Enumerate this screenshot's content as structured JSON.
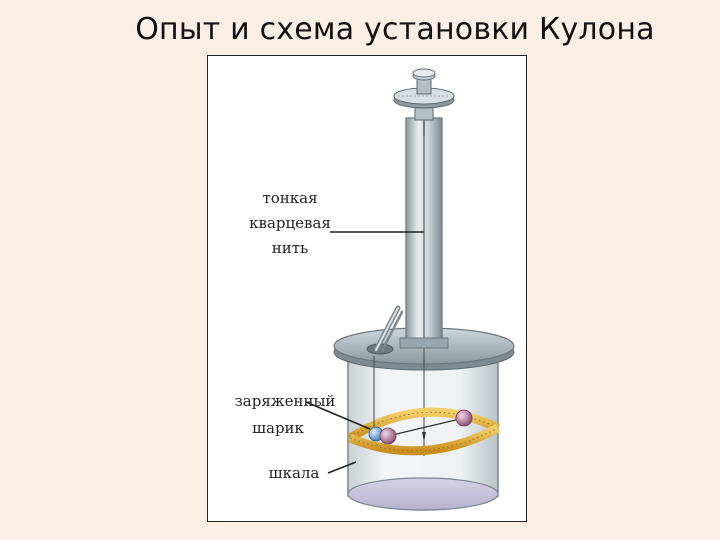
{
  "slide": {
    "title": "Опыт и схема установки Кулона"
  },
  "figure": {
    "labels": {
      "thread_line1": "тонкая",
      "thread_line2": "кварцевая",
      "thread_line3": "нить",
      "ball_line1": "заряженный",
      "ball_line2": "шарик",
      "scale": "шкала"
    },
    "colors": {
      "background": "#fbeee4",
      "tube": "#c9d2d6",
      "lid": "#9aa6ab",
      "scale_band": "#e6b23a",
      "ball_blue": "#6aa0d8",
      "ball_purple": "#a06a8c"
    }
  }
}
